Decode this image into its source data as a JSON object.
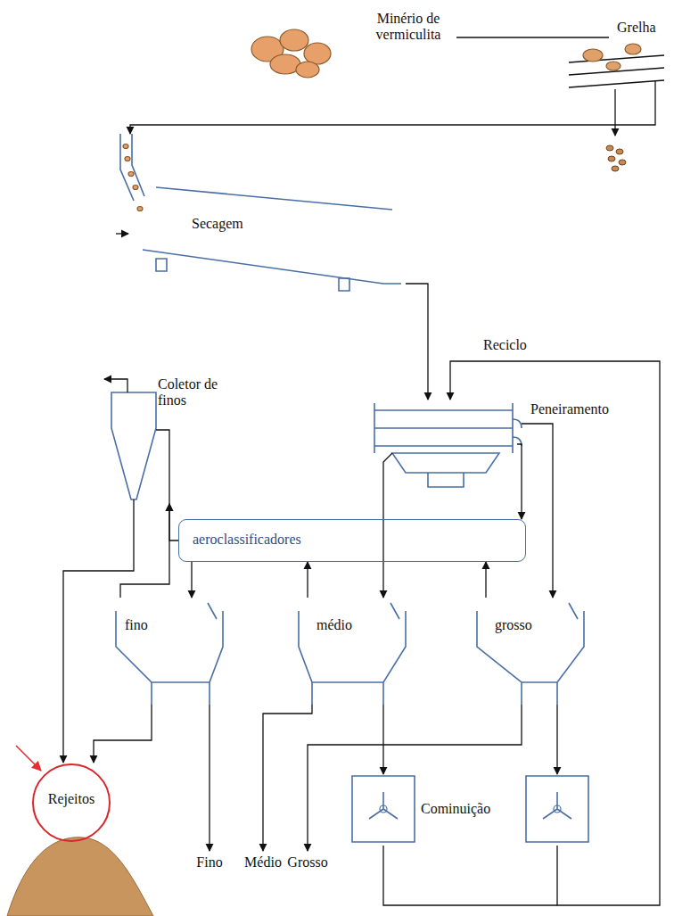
{
  "diagram": {
    "nodes": [
      {
        "text": [
          "Grelha"
        ]
      },
      {
        "text": [
          "Secagem"
        ]
      },
      {
        "text": [
          "Peneiramento"
        ]
      },
      {
        "text": [
          "Coletor de finos"
        ]
      },
      {
        "text": [
          "aeroclassificadores"
        ]
      },
      {
        "text": [
          "fino"
        ]
      },
      {
        "text": [
          "médio"
        ]
      },
      {
        "text": [
          "grosso"
        ]
      },
      {
        "text": [
          "Rejeitos"
        ]
      },
      {
        "text": [
          "Cominuição"
        ]
      }
    ],
    "edges": [
      {
        "from": 0,
        "to": 1,
        "arrow": "to"
      },
      {
        "from": 1,
        "to": 2,
        "arrow": "to"
      },
      {
        "from": 2,
        "to": 4,
        "arrow": "to"
      },
      {
        "from": 2,
        "to": 6,
        "arrow": "to"
      },
      {
        "from": 2,
        "to": 7,
        "arrow": "to"
      },
      {
        "from": 4,
        "to": 5,
        "arrow": "to"
      },
      {
        "from": 4,
        "to": 3,
        "arrow": "to"
      },
      {
        "from": 5,
        "to": 3,
        "arrow": "to"
      },
      {
        "from": 6,
        "to": 4,
        "arrow": "to"
      },
      {
        "from": 7,
        "to": 4,
        "arrow": "to"
      },
      {
        "from": 3,
        "to": 8,
        "arrow": "to"
      },
      {
        "from": 5,
        "to": 8,
        "arrow": "to"
      },
      {
        "from": 6,
        "to": 9,
        "arrow": "to"
      },
      {
        "from": 7,
        "to": 9,
        "arrow": "to"
      },
      {
        "from": 9,
        "to": 2,
        "label": "Reciclo",
        "arrow": "to"
      }
    ],
    "labels": [
      "Minério de vermiculita",
      "Fino",
      "Médio",
      "Grosso"
    ]
  }
}
